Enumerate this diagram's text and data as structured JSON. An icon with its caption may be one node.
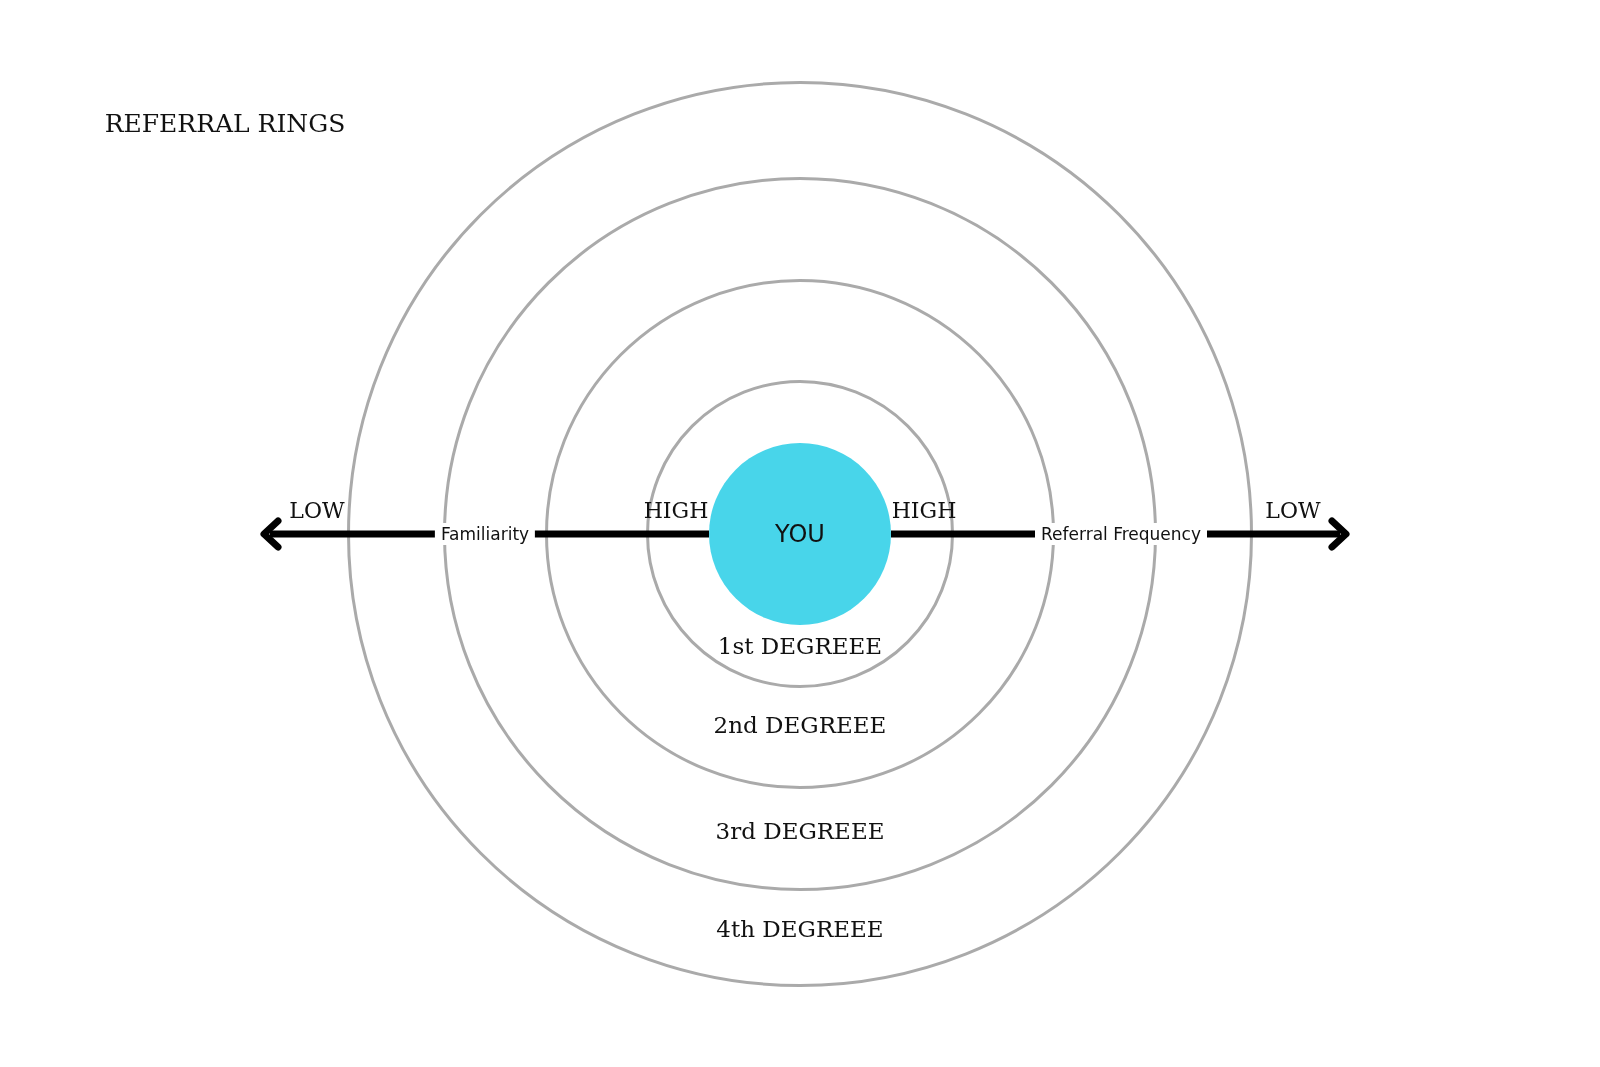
{
  "diagram": {
    "title": "REFERRAL RINGS",
    "nodes": [
      {
        "text": [
          "4th DEGREEE"
        ]
      },
      {
        "text": [
          "3rd DEGREEE"
        ],
        "in": 0
      },
      {
        "text": [
          "2nd DEGREEE"
        ],
        "in": 1
      },
      {
        "text": [
          "1st DEGREEE"
        ],
        "in": 2
      },
      {
        "text": [
          "YOU"
        ],
        "in": 3
      }
    ],
    "edges": [],
    "labels": [
      "LOW",
      "Familiarity",
      "HIGH",
      "HIGH",
      "Referral Frequency",
      "LOW"
    ]
  }
}
